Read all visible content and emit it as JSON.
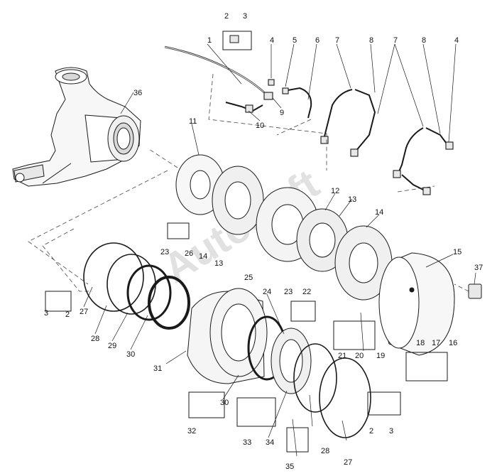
{
  "watermark": {
    "text": "AutoSoft"
  },
  "colors": {
    "line": "#1a1a1a",
    "fill": "#f7f7f7",
    "shade": "#d9d9d9",
    "watermark": "#b9b9b9"
  },
  "callouts": {
    "c1": "1",
    "c2a": "2",
    "c3a": "3",
    "c4a": "4",
    "c5": "5",
    "c6": "6",
    "c7a": "7",
    "c8a": "8",
    "c7b": "7",
    "c8b": "8",
    "c4b": "4",
    "c9": "9",
    "c10": "10",
    "c36": "36",
    "c11": "11",
    "c12": "12",
    "c13a": "13",
    "c14a": "14",
    "c23a": "23",
    "c26": "26",
    "c14b": "14",
    "c13b": "13",
    "c25": "25",
    "c15": "15",
    "c37": "37",
    "c3b": "3",
    "c2b": "2",
    "c27a": "27",
    "c28a": "28",
    "c29": "29",
    "c30a": "30",
    "c31": "31",
    "c24": "24",
    "c23b": "23",
    "c22": "22",
    "c21": "21",
    "c20": "20",
    "c19": "19",
    "c18": "18",
    "c17": "17",
    "c16": "16",
    "c30b": "30",
    "c32": "32",
    "c33": "33",
    "c34": "34",
    "c35": "35",
    "c28b": "28",
    "c27b": "27",
    "c2c": "2",
    "c3c": "3"
  }
}
